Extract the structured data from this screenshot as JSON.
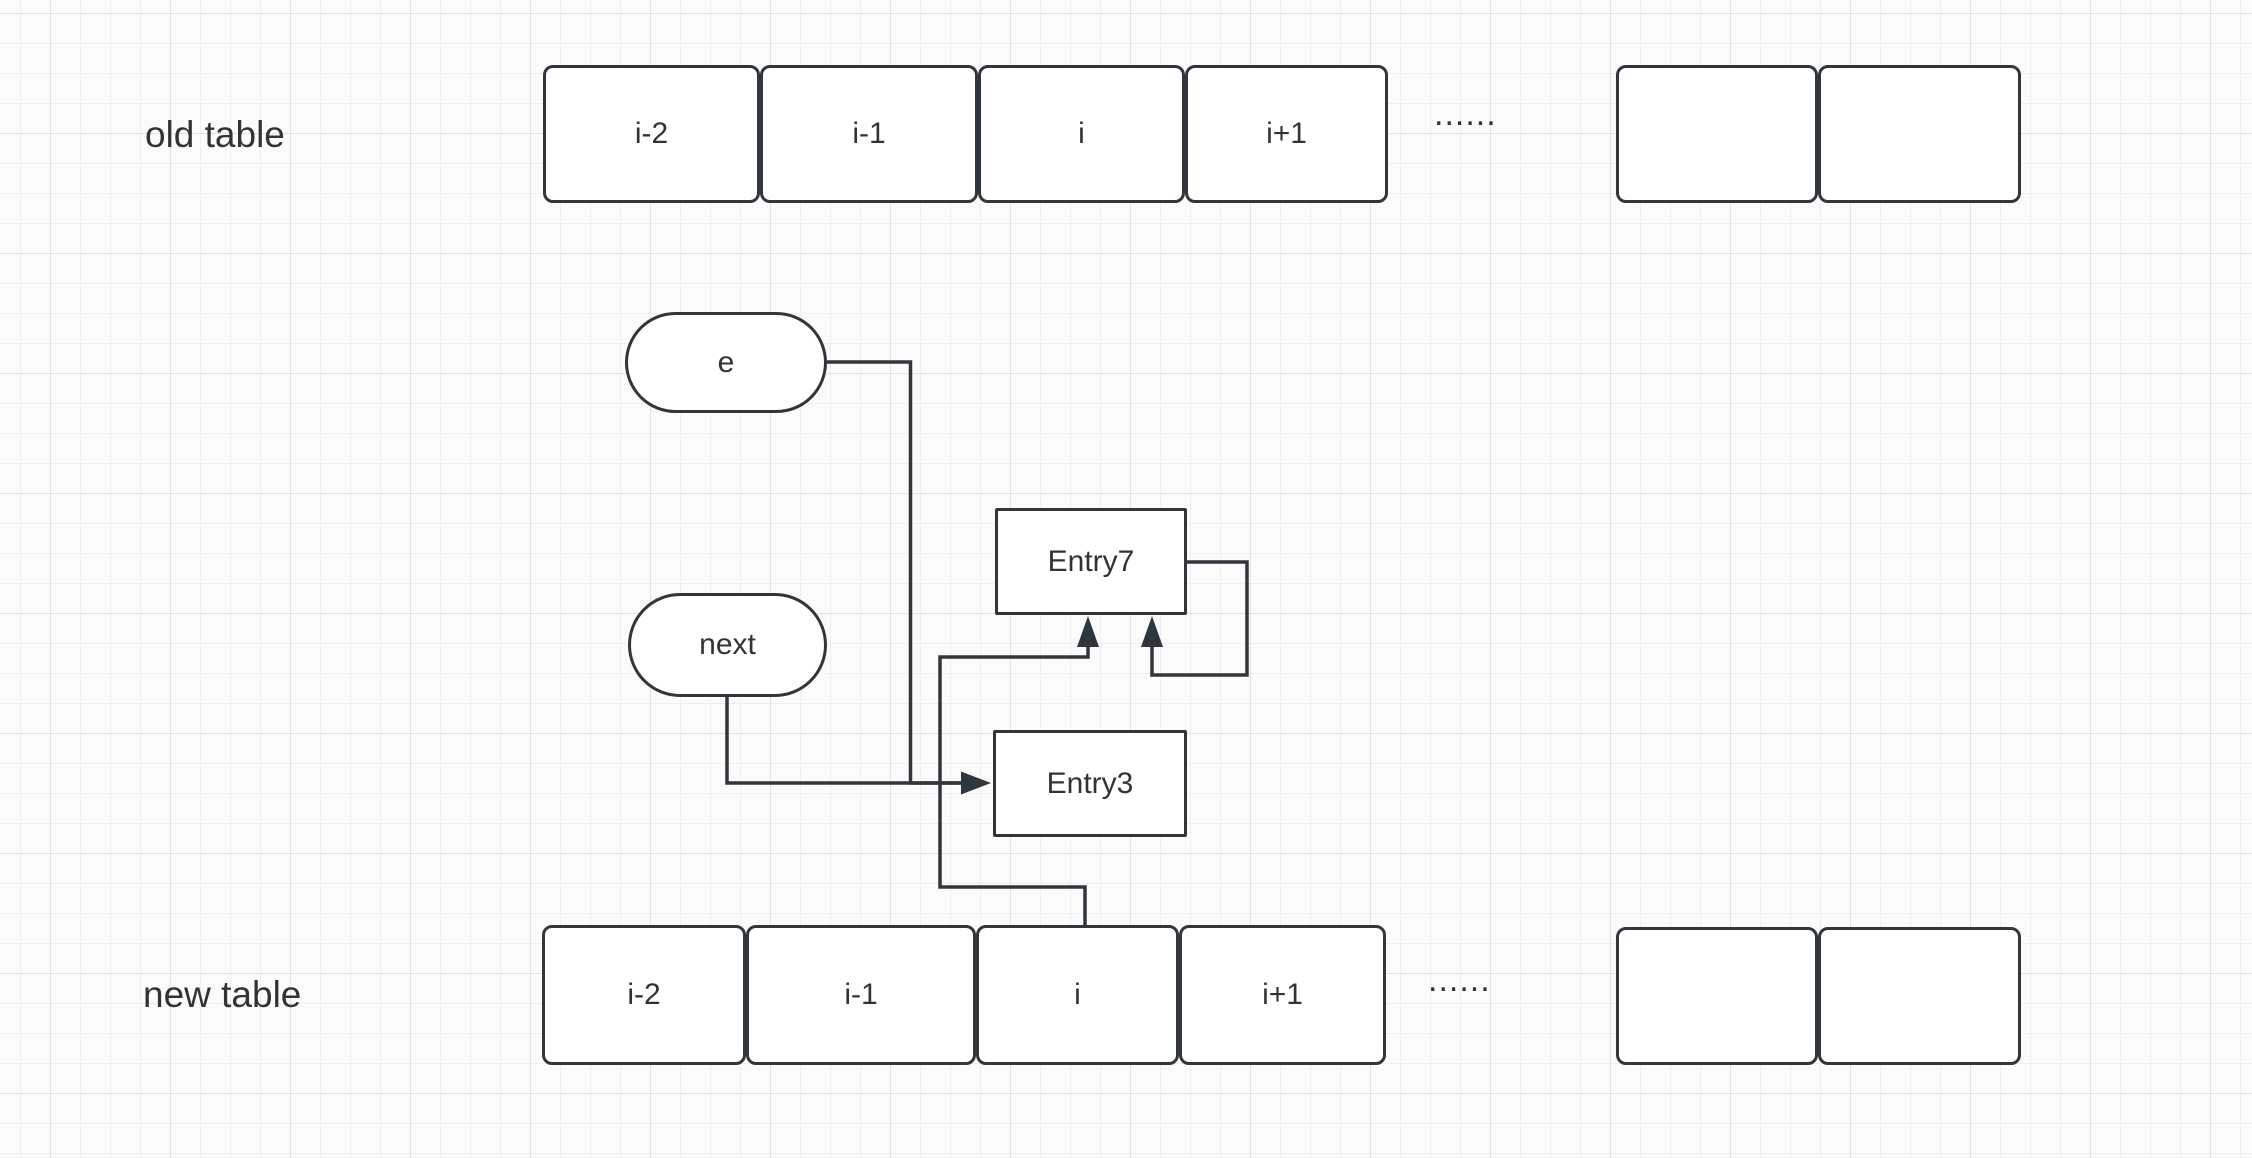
{
  "diagram": {
    "stroke_color": "#31363c",
    "text_color": "#333333",
    "old_table": {
      "label": "old table",
      "cells": [
        "i-2",
        "i-1",
        "i",
        "i+1"
      ],
      "ellipsis": "......",
      "empty_cell_count": 2
    },
    "new_table": {
      "label": "new table",
      "cells": [
        "i-2",
        "i-1",
        "i",
        "i+1"
      ],
      "ellipsis": "......",
      "empty_cell_count": 2
    },
    "pointers": {
      "e": "e",
      "next": "next"
    },
    "entries": {
      "entry7": "Entry7",
      "entry3": "Entry3"
    },
    "edges": [
      {
        "from": "e",
        "to": "Entry3"
      },
      {
        "from": "next",
        "to": "Entry3"
      },
      {
        "from": "new table[i]",
        "to": "Entry7"
      },
      {
        "from": "Entry7",
        "to": "Entry7"
      }
    ]
  }
}
